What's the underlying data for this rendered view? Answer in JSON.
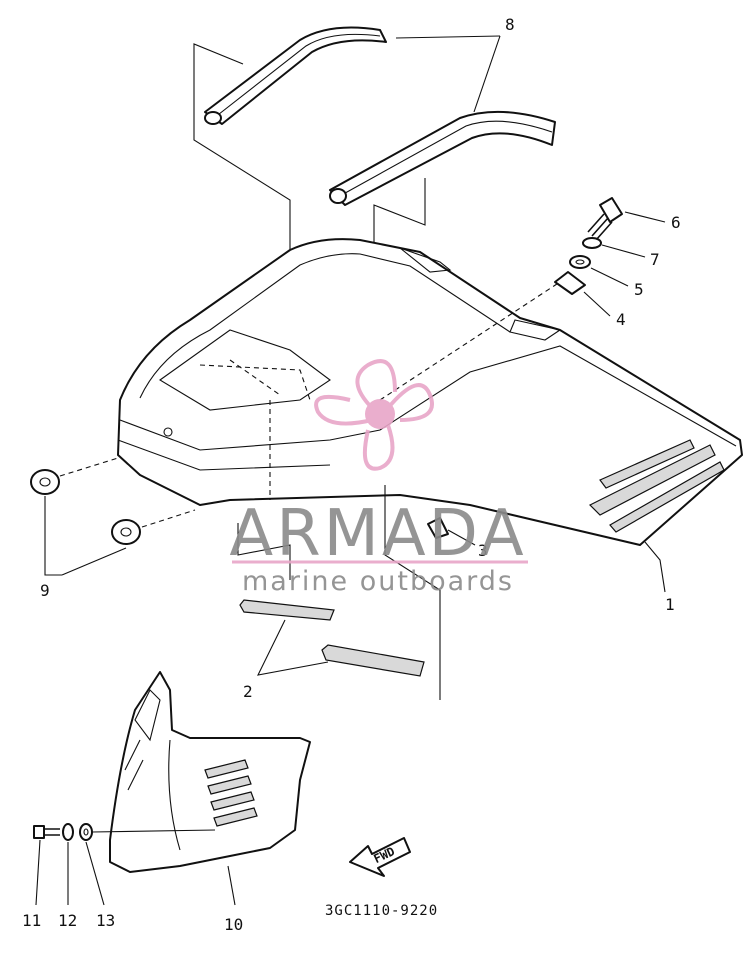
{
  "diagram": {
    "drawing_number": "3GC1110-9220",
    "fwd_label": "FWD",
    "callouts": [
      {
        "id": "c1",
        "label": "1"
      },
      {
        "id": "c2",
        "label": "2"
      },
      {
        "id": "c3",
        "label": "3"
      },
      {
        "id": "c4",
        "label": "4"
      },
      {
        "id": "c5",
        "label": "5"
      },
      {
        "id": "c6",
        "label": "6"
      },
      {
        "id": "c7",
        "label": "7"
      },
      {
        "id": "c8",
        "label": "8"
      },
      {
        "id": "c9",
        "label": "9"
      },
      {
        "id": "c10",
        "label": "10"
      },
      {
        "id": "c11",
        "label": "11"
      },
      {
        "id": "c12",
        "label": "12"
      },
      {
        "id": "c13",
        "label": "13"
      }
    ]
  },
  "watermark": {
    "brand": "ARMADA",
    "tagline": "marine outboards",
    "icon": "propeller-icon",
    "accent_color": "#e8a6c8",
    "text_color": "#8a8a8a"
  }
}
